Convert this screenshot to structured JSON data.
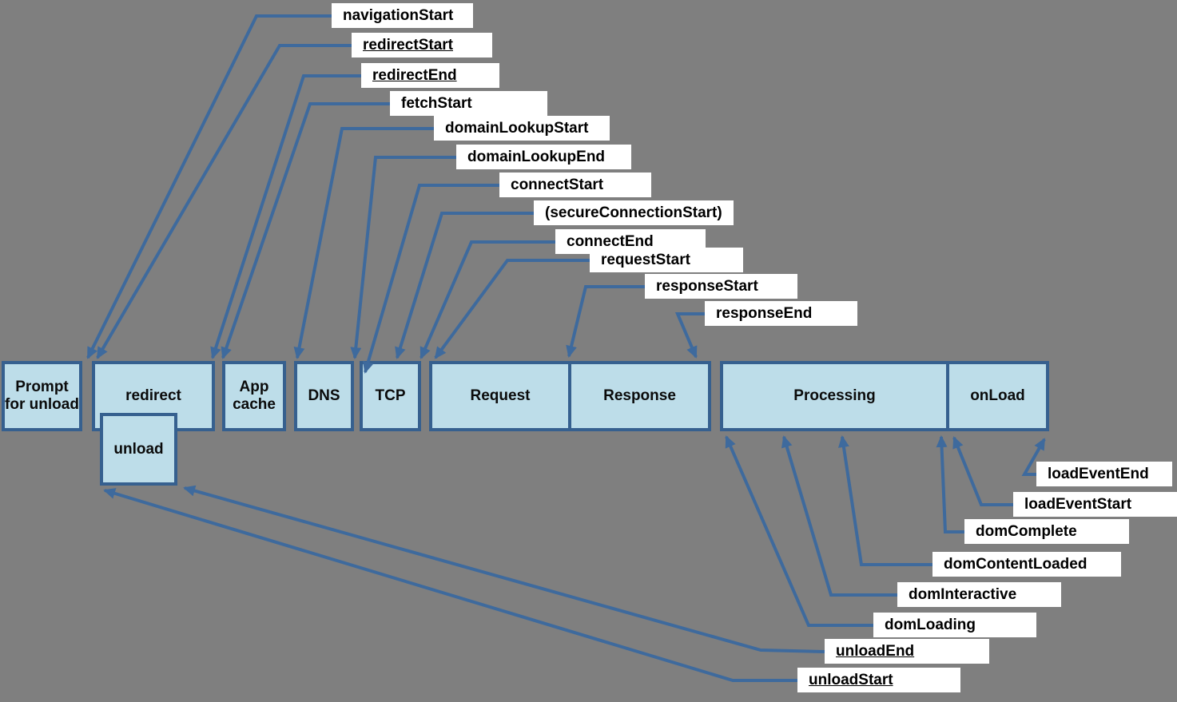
{
  "colors": {
    "background": "#7F7F7F",
    "phase_fill": "#BDDDE9",
    "phase_border": "#36608F",
    "arrow": "#3E6A9D",
    "label_background": "#FFFFFF",
    "label_text": "#000000"
  },
  "phases": {
    "prompt_for_unload": "Prompt for unload",
    "redirect": "redirect",
    "unload": "unload",
    "app_cache": "App cache",
    "dns": "DNS",
    "tcp": "TCP",
    "request": "Request",
    "response": "Response",
    "processing": "Processing",
    "onload": "onLoad"
  },
  "timings": {
    "navigationStart": "navigationStart",
    "redirectStart": "redirectStart",
    "redirectEnd": "redirectEnd",
    "fetchStart": "fetchStart",
    "domainLookupStart": "domainLookupStart",
    "domainLookupEnd": "domainLookupEnd",
    "connectStart": "connectStart",
    "secureConnectionStart": "(secureConnectionStart)",
    "connectEnd": "connectEnd",
    "requestStart": "requestStart",
    "responseStart": "responseStart",
    "responseEnd": "responseEnd",
    "loadEventEnd": "loadEventEnd",
    "loadEventStart": "loadEventStart",
    "domComplete": "domComplete",
    "domContentLoaded": "domContentLoaded",
    "domInteractive": "domInteractive",
    "domLoading": "domLoading",
    "unloadEnd": "unloadEnd",
    "unloadStart": "unloadStart"
  }
}
